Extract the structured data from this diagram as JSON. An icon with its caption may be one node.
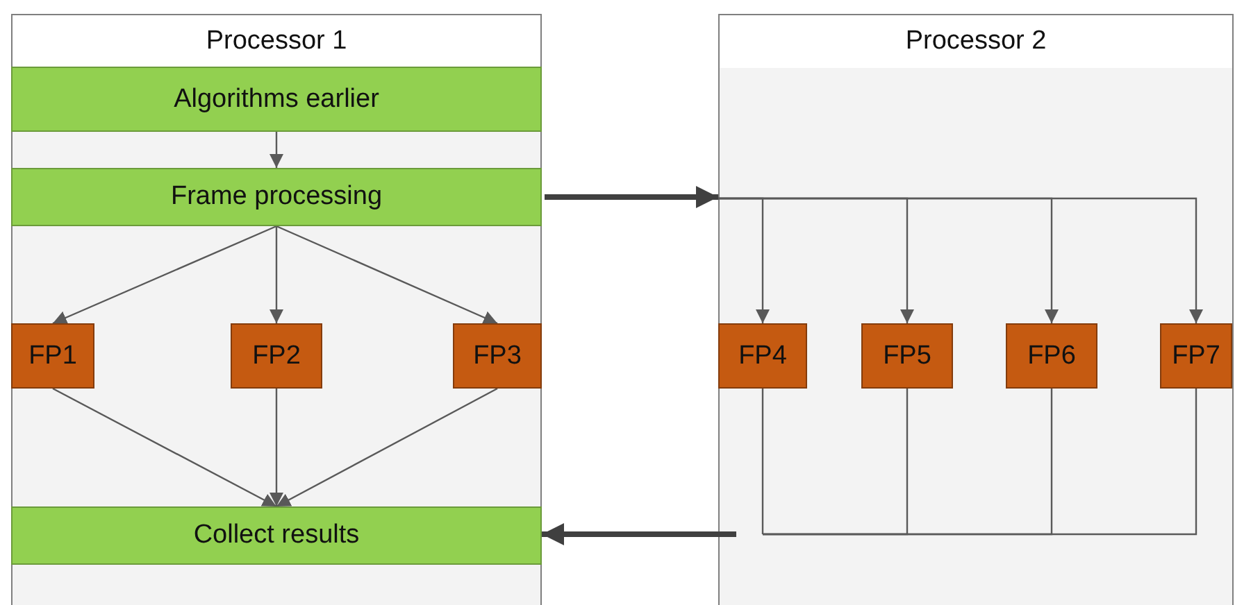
{
  "diagram": {
    "nodes": [
      {
        "text": [
          "Processor 1"
        ]
      },
      {
        "text": [
          "Algorithms earlier"
        ],
        "in": 0
      },
      {
        "text": [
          "Frame processing"
        ],
        "in": 0
      },
      {
        "text": [
          "FP1"
        ],
        "in": 0
      },
      {
        "text": [
          "FP2"
        ],
        "in": 0
      },
      {
        "text": [
          "FP3"
        ],
        "in": 0
      },
      {
        "text": [
          "Collect results"
        ],
        "in": 0
      },
      {
        "text": [
          "Processor 2"
        ]
      },
      {
        "text": [
          "FP4"
        ],
        "in": 7
      },
      {
        "text": [
          "FP5"
        ],
        "in": 7
      },
      {
        "text": [
          "FP6"
        ],
        "in": 7
      },
      {
        "text": [
          "FP7"
        ],
        "in": 7
      }
    ],
    "edges": [
      {
        "from": 1,
        "to": 2,
        "arrow": "to"
      },
      {
        "from": 2,
        "to": 3,
        "arrow": "to"
      },
      {
        "from": 2,
        "to": 4,
        "arrow": "to"
      },
      {
        "from": 2,
        "to": 5,
        "arrow": "to"
      },
      {
        "from": 3,
        "to": 6,
        "arrow": "to"
      },
      {
        "from": 4,
        "to": 6,
        "arrow": "to"
      },
      {
        "from": 5,
        "to": 6,
        "arrow": "to"
      },
      {
        "from": 2,
        "to": 7,
        "arrow": "to",
        "style": "thick"
      },
      {
        "from": 7,
        "to": 8,
        "arrow": "to"
      },
      {
        "from": 7,
        "to": 9,
        "arrow": "to"
      },
      {
        "from": 7,
        "to": 10,
        "arrow": "to"
      },
      {
        "from": 7,
        "to": 11,
        "arrow": "to"
      },
      {
        "from": 8,
        "to": 7,
        "arrow": "none"
      },
      {
        "from": 9,
        "to": 7,
        "arrow": "none"
      },
      {
        "from": 10,
        "to": 7,
        "arrow": "none"
      },
      {
        "from": 11,
        "to": 7,
        "arrow": "none"
      },
      {
        "from": 7,
        "to": 6,
        "arrow": "to",
        "style": "thick"
      }
    ]
  }
}
